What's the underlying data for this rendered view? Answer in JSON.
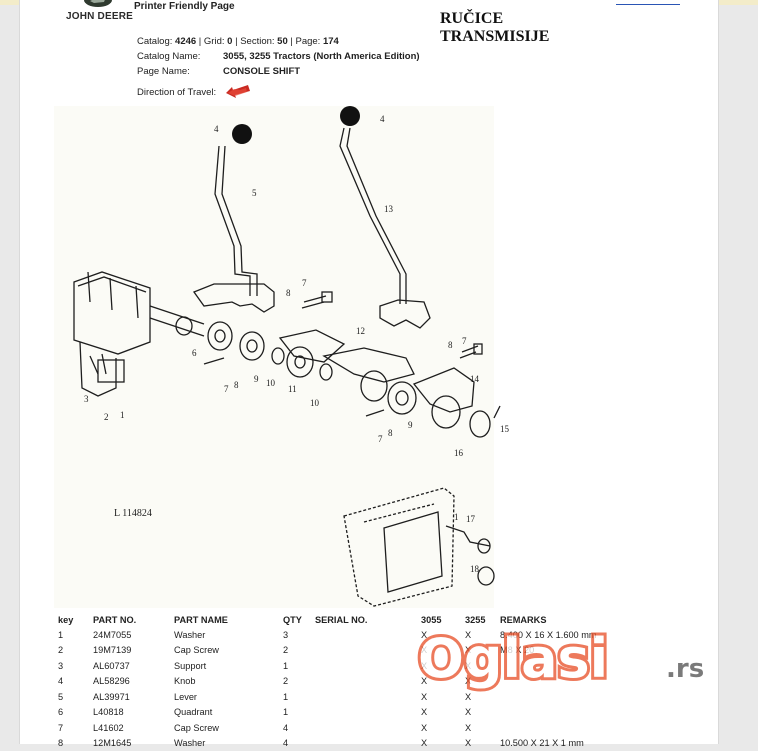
{
  "header": {
    "brand": "JOHN DEERE",
    "printer_friendly": "Printer Friendly Page",
    "heading_line1": "RUČICE",
    "heading_line2": "TRANSMISIJE"
  },
  "catalog": {
    "catalog_label": "Catalog:",
    "catalog": "4246",
    "grid_label": "Grid:",
    "grid": "0",
    "section_label": "Section:",
    "section": "50",
    "page_label": "Page:",
    "page": "174",
    "catalog_name_label": "Catalog Name:",
    "catalog_name": "3055, 3255 Tractors (North America Edition)",
    "page_name_label": "Page Name:",
    "page_name": "CONSOLE SHIFT",
    "direction_label": "Direction of Travel:"
  },
  "diagram": {
    "reference": "L 114824",
    "callouts": [
      "1",
      "2",
      "3",
      "4",
      "5",
      "6",
      "7",
      "8",
      "9",
      "10",
      "11",
      "12",
      "13",
      "14",
      "15",
      "16",
      "17",
      "18"
    ]
  },
  "table": {
    "headers": [
      "key",
      "PART NO.",
      "PART NAME",
      "QTY",
      "SERIAL NO.",
      "3055",
      "3255",
      "REMARKS"
    ],
    "rows": [
      {
        "key": "1",
        "part_no": "24M7055",
        "name": "Washer",
        "qty": "3",
        "serial": "",
        "m3055": "X",
        "m3255": "X",
        "remarks": "8.400 X 16 X 1.600 mm"
      },
      {
        "key": "2",
        "part_no": "19M7139",
        "name": "Cap Screw",
        "qty": "2",
        "serial": "",
        "m3055": "X",
        "m3255": "X",
        "remarks": "M8 X 20"
      },
      {
        "key": "3",
        "part_no": "AL60737",
        "name": "Support",
        "qty": "1",
        "serial": "",
        "m3055": "X",
        "m3255": "X",
        "remarks": ""
      },
      {
        "key": "4",
        "part_no": "AL58296",
        "name": "Knob",
        "qty": "2",
        "serial": "",
        "m3055": "X",
        "m3255": "X",
        "remarks": ""
      },
      {
        "key": "5",
        "part_no": "AL39971",
        "name": "Lever",
        "qty": "1",
        "serial": "",
        "m3055": "X",
        "m3255": "X",
        "remarks": ""
      },
      {
        "key": "6",
        "part_no": "L40818",
        "name": "Quadrant",
        "qty": "1",
        "serial": "",
        "m3055": "X",
        "m3255": "X",
        "remarks": ""
      },
      {
        "key": "7",
        "part_no": "L41602",
        "name": "Cap Screw",
        "qty": "4",
        "serial": "",
        "m3055": "X",
        "m3255": "X",
        "remarks": ""
      },
      {
        "key": "8",
        "part_no": "12M1645",
        "name": "Washer",
        "qty": "4",
        "serial": "",
        "m3055": "X",
        "m3255": "X",
        "remarks": "10.500 X 21 X 1 mm"
      }
    ]
  },
  "watermark": {
    "brand": "Oglasi",
    "suffix": ".rs",
    "color": "#e8542e"
  }
}
